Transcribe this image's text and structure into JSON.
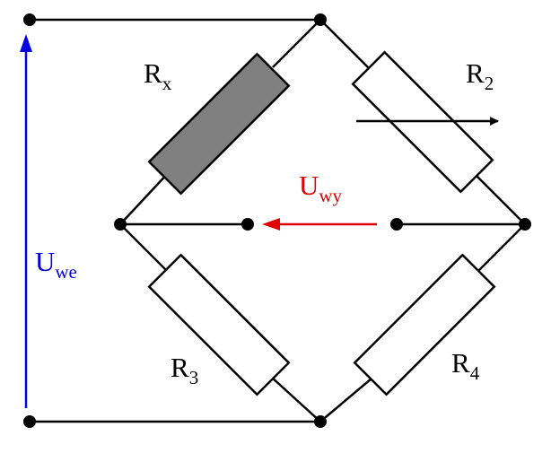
{
  "diagram": {
    "labels": {
      "rx": {
        "main": "R",
        "sub": "x"
      },
      "r2": {
        "main": "R",
        "sub": "2"
      },
      "r3": {
        "main": "R",
        "sub": "3"
      },
      "r4": {
        "main": "R",
        "sub": "4"
      },
      "uwy": {
        "main": "U",
        "sub": "wy"
      },
      "uwe": {
        "main": "U",
        "sub": "we"
      }
    },
    "colors": {
      "wire": "#000000",
      "rx_fill": "#808080",
      "resistor_fill": "#ffffff",
      "output_voltage": "#e00000",
      "input_voltage": "#0000e0"
    }
  }
}
